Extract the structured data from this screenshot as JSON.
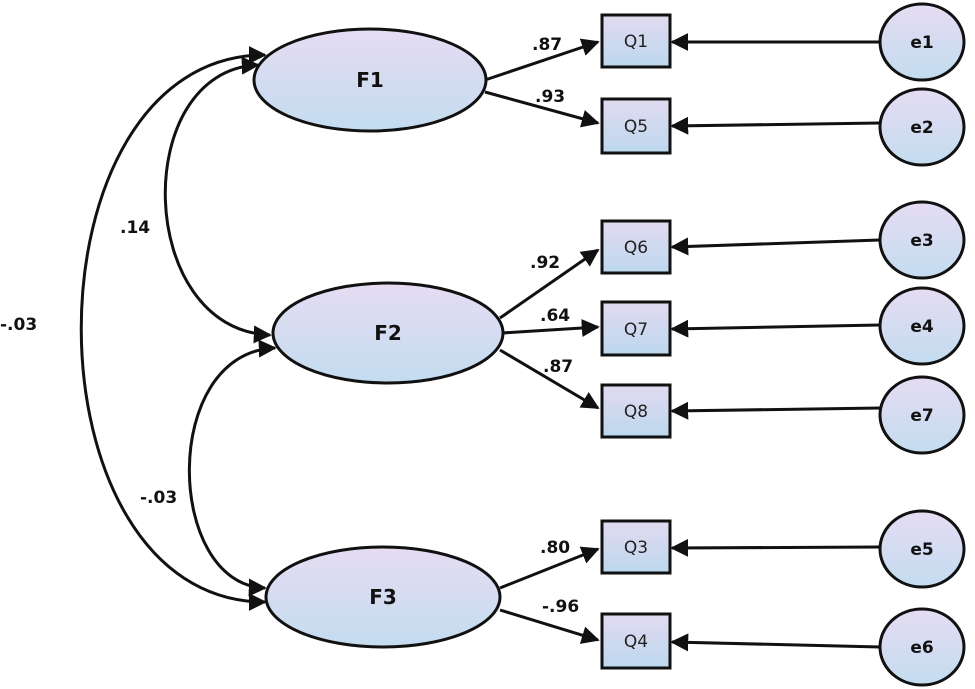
{
  "colors": {
    "factor_fill_top": "#e6dcf2",
    "factor_fill_bottom": "#c3dcf0",
    "item_fill_top": "#e2daf0",
    "item_fill_bottom": "#bcd8ee",
    "stroke": "#111111"
  },
  "factors": [
    {
      "id": "F1",
      "label": "F1"
    },
    {
      "id": "F2",
      "label": "F2"
    },
    {
      "id": "F3",
      "label": "F3"
    }
  ],
  "items": [
    {
      "id": "Q1",
      "label": "Q1"
    },
    {
      "id": "Q5",
      "label": "Q5"
    },
    {
      "id": "Q6",
      "label": "Q6"
    },
    {
      "id": "Q7",
      "label": "Q7"
    },
    {
      "id": "Q8",
      "label": "Q8"
    },
    {
      "id": "Q3",
      "label": "Q3"
    },
    {
      "id": "Q4",
      "label": "Q4"
    }
  ],
  "errors": [
    {
      "id": "e1",
      "label": "e1",
      "target": "Q1"
    },
    {
      "id": "e2",
      "label": "e2",
      "target": "Q5"
    },
    {
      "id": "e3",
      "label": "e3",
      "target": "Q6"
    },
    {
      "id": "e4",
      "label": "e4",
      "target": "Q7"
    },
    {
      "id": "e7",
      "label": "e7",
      "target": "Q8"
    },
    {
      "id": "e5",
      "label": "e5",
      "target": "Q3"
    },
    {
      "id": "e6",
      "label": "e6",
      "target": "Q4"
    }
  ],
  "loadings": [
    {
      "from": "F1",
      "to": "Q1",
      "value": ".87"
    },
    {
      "from": "F1",
      "to": "Q5",
      "value": ".93"
    },
    {
      "from": "F2",
      "to": "Q6",
      "value": ".92"
    },
    {
      "from": "F2",
      "to": "Q7",
      "value": ".64"
    },
    {
      "from": "F2",
      "to": "Q8",
      "value": ".87"
    },
    {
      "from": "F3",
      "to": "Q3",
      "value": ".80"
    },
    {
      "from": "F3",
      "to": "Q4",
      "value": "-.96"
    }
  ],
  "covariances": [
    {
      "a": "F1",
      "b": "F2",
      "value": ".14"
    },
    {
      "a": "F2",
      "b": "F3",
      "value": "-.03"
    },
    {
      "a": "F1",
      "b": "F3",
      "value": "-.03"
    }
  ]
}
